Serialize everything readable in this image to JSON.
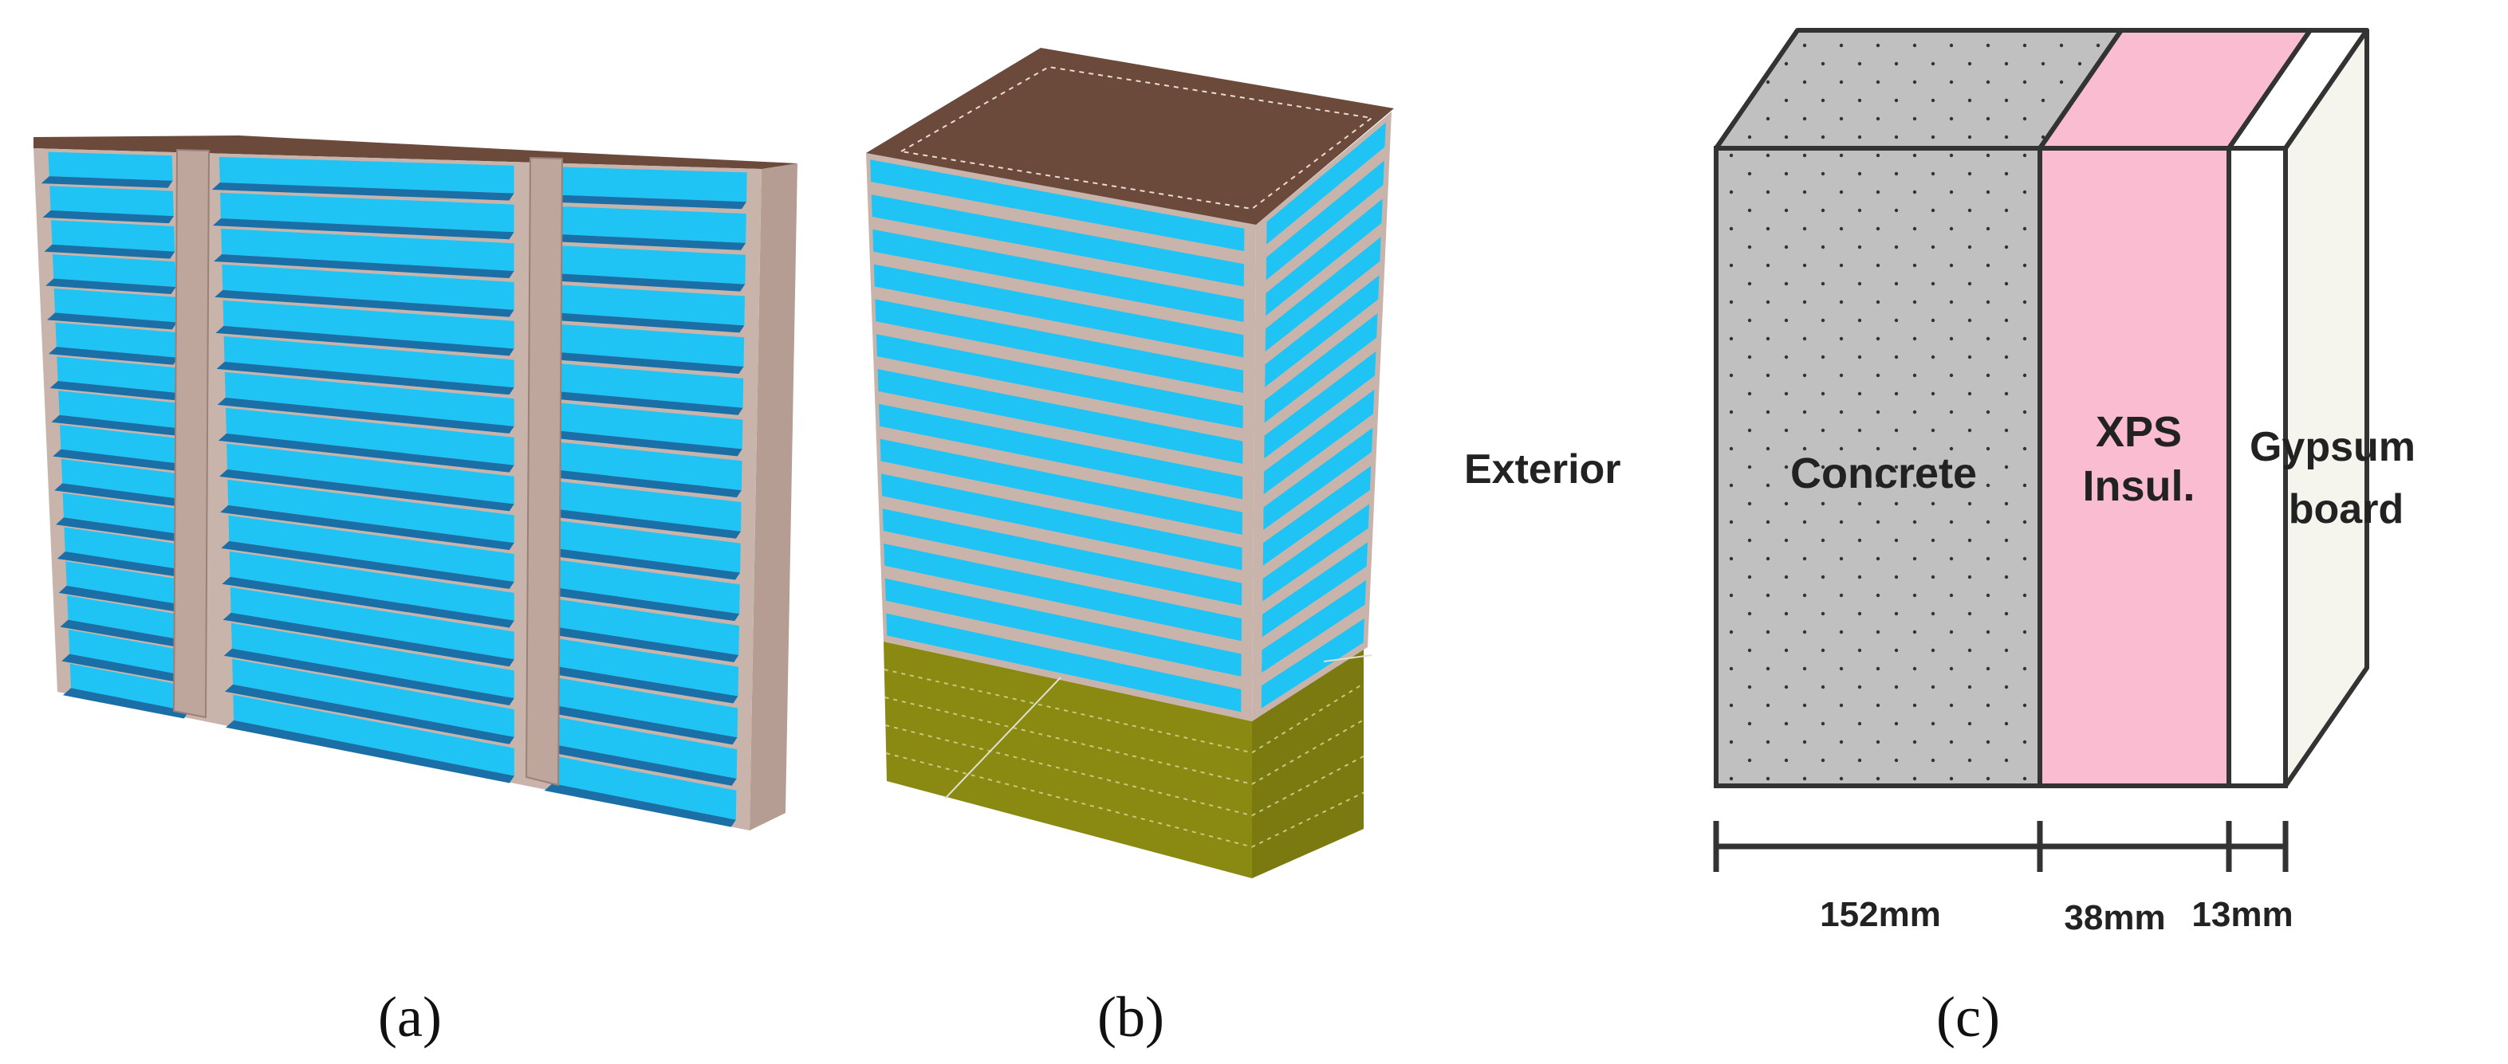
{
  "figure": {
    "panels": [
      {
        "id": "a",
        "caption": "(a)"
      },
      {
        "id": "b",
        "caption": "(b)"
      },
      {
        "id": "c",
        "caption": "(c)"
      }
    ],
    "wall_section": {
      "exterior_label": "Exterior",
      "layers": [
        {
          "name": "Concrete",
          "thickness": "152mm",
          "color": "#c0c0c0"
        },
        {
          "name_lines": [
            "XPS",
            "Insul."
          ],
          "thickness": "38mm",
          "color": "#f9bcd0"
        },
        {
          "name_lines": [
            "Gypsum",
            "board"
          ],
          "thickness": "13mm",
          "color": "#ffffff"
        }
      ]
    },
    "colors": {
      "glazing": "#1fc4f5",
      "glazing_dark": "#1a6fa6",
      "wall": "#c9b4ac",
      "roof": "#6b4a3c",
      "ground": "#8a8a12"
    }
  }
}
